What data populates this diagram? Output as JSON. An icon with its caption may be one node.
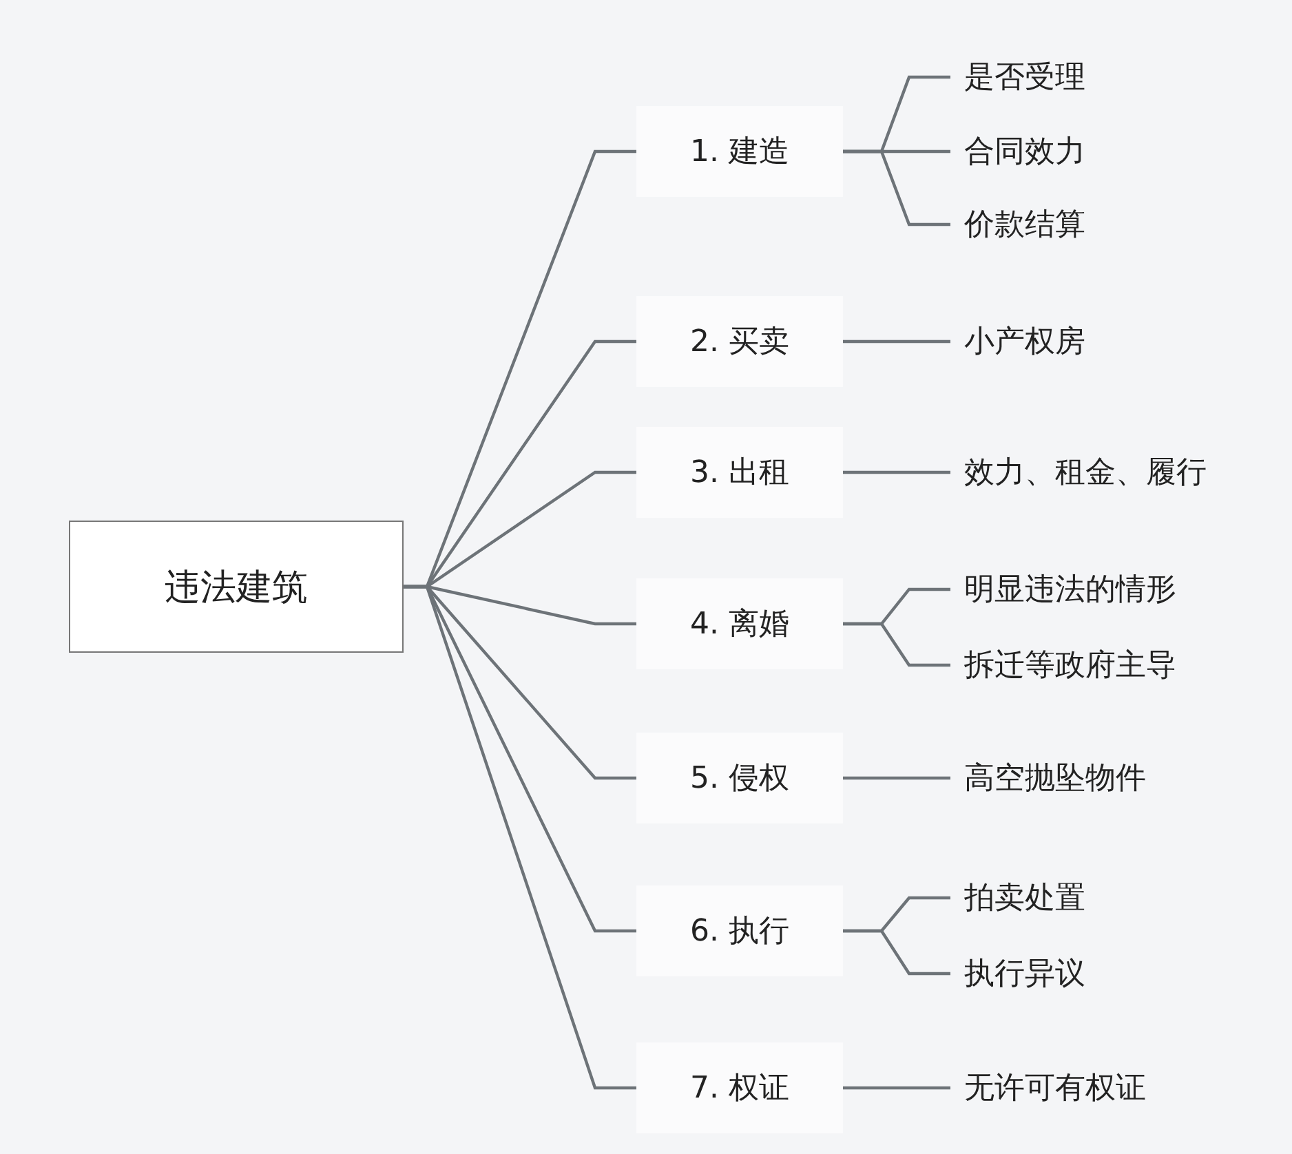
{
  "diagram": {
    "nodes": [
      {
        "text": [
          "违法建筑"
        ]
      },
      {
        "text": [
          "1. 建造"
        ]
      },
      {
        "text": [
          "是否受理"
        ]
      },
      {
        "text": [
          "合同效力"
        ]
      },
      {
        "text": [
          "价款结算"
        ]
      },
      {
        "text": [
          "2. 买卖"
        ]
      },
      {
        "text": [
          "小产权房"
        ]
      },
      {
        "text": [
          "3. 出租"
        ]
      },
      {
        "text": [
          "效力、租金、履行"
        ]
      },
      {
        "text": [
          "4. 离婚"
        ]
      },
      {
        "text": [
          "明显违法的情形"
        ]
      },
      {
        "text": [
          "拆迁等政府主导"
        ]
      },
      {
        "text": [
          "5. 侵权"
        ]
      },
      {
        "text": [
          "高空抛坠物件"
        ]
      },
      {
        "text": [
          "6. 执行"
        ]
      },
      {
        "text": [
          "拍卖处置"
        ]
      },
      {
        "text": [
          "执行异议"
        ]
      },
      {
        "text": [
          "7. 权证"
        ]
      },
      {
        "text": [
          "无许可有权证"
        ]
      }
    ],
    "edges": [
      {
        "from": 0,
        "to": 1,
        "arrow": "none"
      },
      {
        "from": 0,
        "to": 5,
        "arrow": "none"
      },
      {
        "from": 0,
        "to": 7,
        "arrow": "none"
      },
      {
        "from": 0,
        "to": 9,
        "arrow": "none"
      },
      {
        "from": 0,
        "to": 12,
        "arrow": "none"
      },
      {
        "from": 0,
        "to": 14,
        "arrow": "none"
      },
      {
        "from": 0,
        "to": 17,
        "arrow": "none"
      },
      {
        "from": 1,
        "to": 2,
        "arrow": "none"
      },
      {
        "from": 1,
        "to": 3,
        "arrow": "none"
      },
      {
        "from": 1,
        "to": 4,
        "arrow": "none"
      },
      {
        "from": 5,
        "to": 6,
        "arrow": "none"
      },
      {
        "from": 7,
        "to": 8,
        "arrow": "none"
      },
      {
        "from": 9,
        "to": 10,
        "arrow": "none"
      },
      {
        "from": 9,
        "to": 11,
        "arrow": "none"
      },
      {
        "from": 12,
        "to": 13,
        "arrow": "none"
      },
      {
        "from": 14,
        "to": 15,
        "arrow": "none"
      },
      {
        "from": 14,
        "to": 16,
        "arrow": "none"
      },
      {
        "from": 17,
        "to": 18,
        "arrow": "none"
      }
    ]
  }
}
